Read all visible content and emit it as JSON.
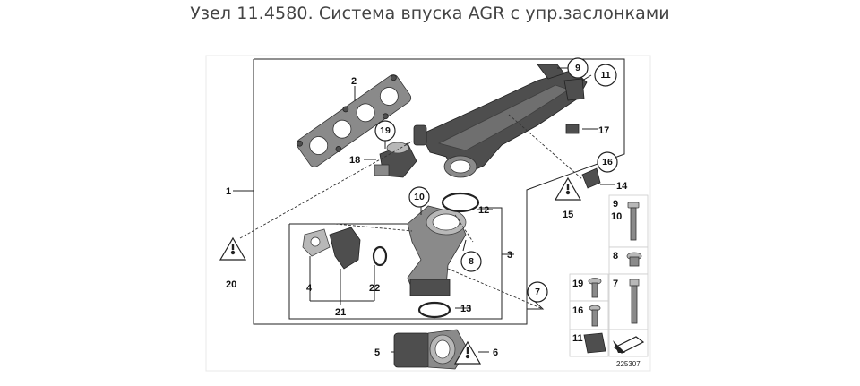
{
  "title": "Узел 11.4580. Система впуска AGR с упр.заслонками",
  "diagram_code": "225307",
  "callouts": {
    "c1": "1",
    "c2": "2",
    "c3": "3",
    "c4": "4",
    "c5": "5",
    "c6": "6",
    "c7": "7",
    "c8": "8",
    "c9": "9",
    "c10": "10",
    "c11": "11",
    "c12": "12",
    "c13": "13",
    "c14": "14",
    "c15": "15",
    "c16": "16",
    "c17": "17",
    "c18": "18",
    "c19": "19",
    "c20": "20",
    "c21": "21",
    "c22": "22"
  },
  "sidebar_labels": {
    "s9": "9",
    "s10": "10",
    "s8": "8",
    "s19": "19",
    "s7": "7",
    "s16": "16",
    "s11": "11"
  }
}
